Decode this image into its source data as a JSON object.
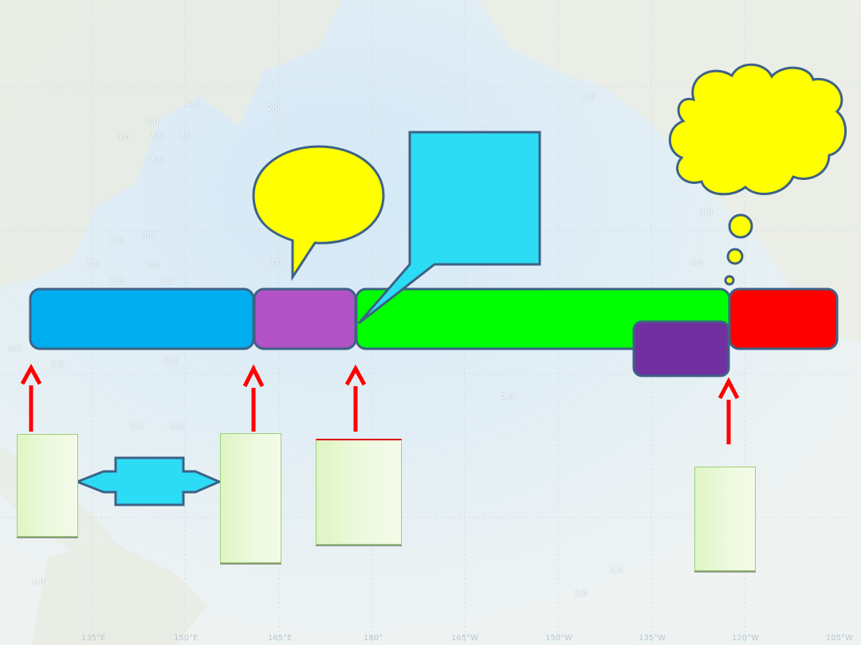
{
  "map_labels": {
    "contour_values": [
      {
        "text": "4.0"
      },
      {
        "text": "3.0"
      },
      {
        "text": "5.0"
      },
      {
        "text": "3.0"
      },
      {
        "text": "5.0"
      },
      {
        "text": "4.0"
      },
      {
        "text": "2.0"
      },
      {
        "text": "3.0"
      },
      {
        "text": "3.0"
      },
      {
        "text": "3.0"
      },
      {
        "text": "3.0"
      },
      {
        "text": "3.0"
      },
      {
        "text": "3.0"
      },
      {
        "text": "3.0"
      },
      {
        "text": "3.0"
      },
      {
        "text": "2.0"
      },
      {
        "text": "2.0"
      },
      {
        "text": "3.0"
      },
      {
        "text": "3.0"
      },
      {
        "text": "2.0"
      },
      {
        "text": "3.0"
      },
      {
        "text": "4.0"
      },
      {
        "text": "5.0"
      },
      {
        "text": "2.0"
      },
      {
        "text": "2.0"
      },
      {
        "text": "1.0"
      },
      {
        "text": "4.0"
      }
    ],
    "longitudes": [
      "135°E",
      "150°E",
      "165°E",
      "180°",
      "165°W",
      "150°W",
      "135°W",
      "120°W",
      "105°W"
    ]
  },
  "colors": {
    "blue_bar": "#00aeef",
    "violet_bar": "#b152c6",
    "green_bar": "#00ff00",
    "red_bar": "#ff0000",
    "dark_violet_bar": "#7030a0",
    "callout_yellow": "#ffff00",
    "callout_cyan": "#2cdcf5",
    "outline": "#3d6286",
    "arrow_red": "#ff0000"
  }
}
